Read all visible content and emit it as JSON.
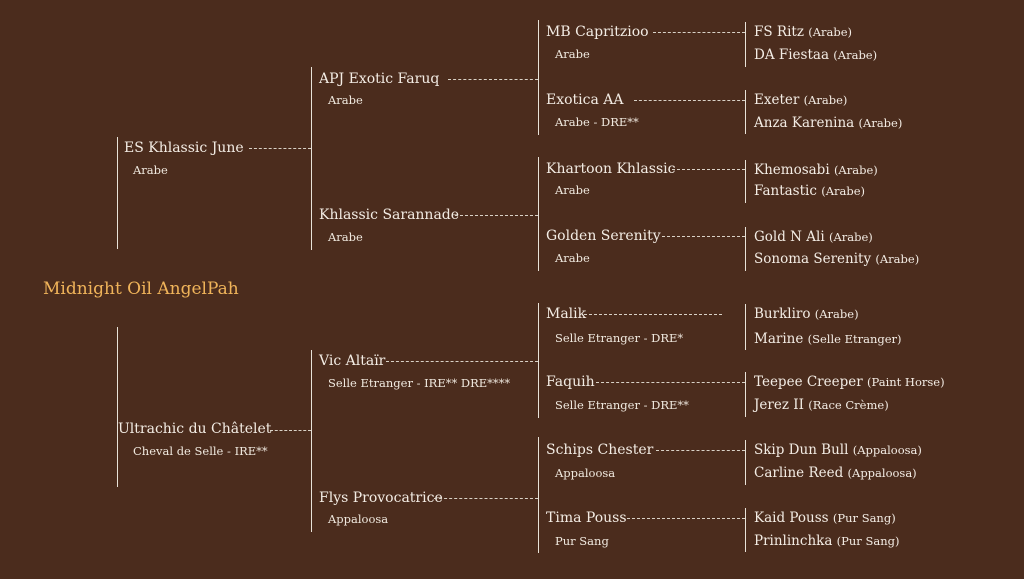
{
  "root": {
    "name": "Midnight Oil AngelPah"
  },
  "gen1": [
    {
      "name": "ES Khlassic June",
      "info": "Arabe"
    },
    {
      "name": "Ultrachic du Châtelet",
      "info": "Cheval de Selle - IRE**"
    }
  ],
  "gen2": [
    {
      "name": "APJ Exotic Faruq",
      "info": "Arabe"
    },
    {
      "name": "Khlassic Sarannade",
      "info": "Arabe"
    },
    {
      "name": "Vic Altaïr",
      "info": "Selle Etranger - IRE** DRE****"
    },
    {
      "name": "Flys Provocatrice",
      "info": "Appaloosa"
    }
  ],
  "gen3": [
    {
      "name": "MB Capritzioo",
      "info": "Arabe"
    },
    {
      "name": "Exotica AA",
      "info": "Arabe - DRE**"
    },
    {
      "name": "Khartoon Khlassic",
      "info": "Arabe"
    },
    {
      "name": "Golden Serenity",
      "info": "Arabe"
    },
    {
      "name": "Malik",
      "info": "Selle Etranger - DRE*"
    },
    {
      "name": "Faquih",
      "info": "Selle Etranger - DRE**"
    },
    {
      "name": "Schips Chester",
      "info": "Appaloosa"
    },
    {
      "name": "Tima Pouss",
      "info": "Pur Sang"
    }
  ],
  "gen4": [
    {
      "name": "FS Ritz",
      "breed": "(Arabe)"
    },
    {
      "name": "DA Fiestaa",
      "breed": "(Arabe)"
    },
    {
      "name": "Exeter",
      "breed": "(Arabe)"
    },
    {
      "name": "Anza Karenina",
      "breed": "(Arabe)"
    },
    {
      "name": "Khemosabi",
      "breed": "(Arabe)"
    },
    {
      "name": "Fantastic",
      "breed": "(Arabe)"
    },
    {
      "name": "Gold N Ali",
      "breed": "(Arabe)"
    },
    {
      "name": "Sonoma Serenity",
      "breed": "(Arabe)"
    },
    {
      "name": "Burkliro",
      "breed": "(Arabe)"
    },
    {
      "name": "Marine",
      "breed": "(Selle Etranger)"
    },
    {
      "name": "Teepee Creeper",
      "breed": "(Paint Horse)"
    },
    {
      "name": "Jerez II",
      "breed": "(Race Crème)"
    },
    {
      "name": "Skip Dun Bull",
      "breed": "(Appaloosa)"
    },
    {
      "name": "Carline Reed",
      "breed": "(Appaloosa)"
    },
    {
      "name": "Kaid Pouss",
      "breed": "(Pur Sang)"
    },
    {
      "name": "Prinlinchka",
      "breed": "(Pur Sang)"
    }
  ]
}
